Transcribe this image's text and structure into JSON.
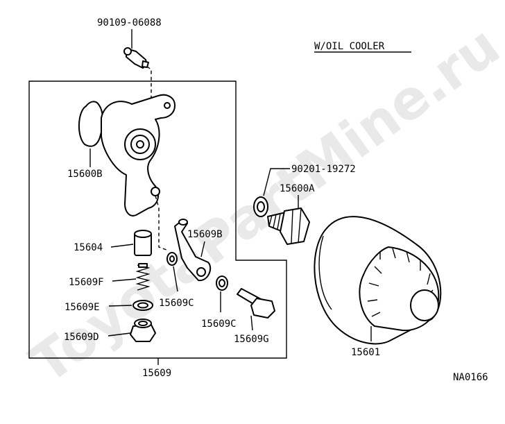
{
  "diagram": {
    "title": "W/OIL COOLER",
    "watermark": "ToyotaPartMine.ru",
    "ref_code": "NA0166",
    "labels": {
      "p90109": "90109-06088",
      "p15600B": "15600B",
      "p90201": "90201-19272",
      "p15600A": "15600A",
      "p15604": "15604",
      "p15609B": "15609B",
      "p15609F": "15609F",
      "p15609C_a": "15609C",
      "p15609E": "15609E",
      "p15609C_b": "15609C",
      "p15609D": "15609D",
      "p15609G": "15609G",
      "p15609": "15609",
      "p15601": "15601"
    }
  }
}
